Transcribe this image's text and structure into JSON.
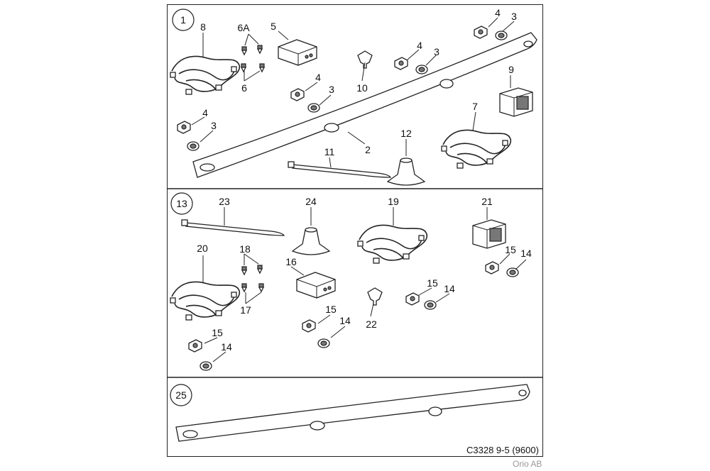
{
  "sections": [
    {
      "number": "1"
    },
    {
      "number": "13"
    },
    {
      "number": "25"
    }
  ],
  "labels": {
    "s1": [
      "8",
      "6A",
      "5",
      "4",
      "3",
      "4",
      "3",
      "4",
      "3",
      "4",
      "3",
      "9",
      "10",
      "6",
      "7",
      "12",
      "2",
      "11"
    ],
    "s13": [
      "23",
      "24",
      "19",
      "21",
      "20",
      "18",
      "16",
      "15",
      "14",
      "15",
      "14",
      "17",
      "15",
      "14",
      "22",
      "15",
      "14"
    ]
  },
  "footer": {
    "code": "C3328 9-5 (9600)",
    "credit": "Orio AB"
  }
}
